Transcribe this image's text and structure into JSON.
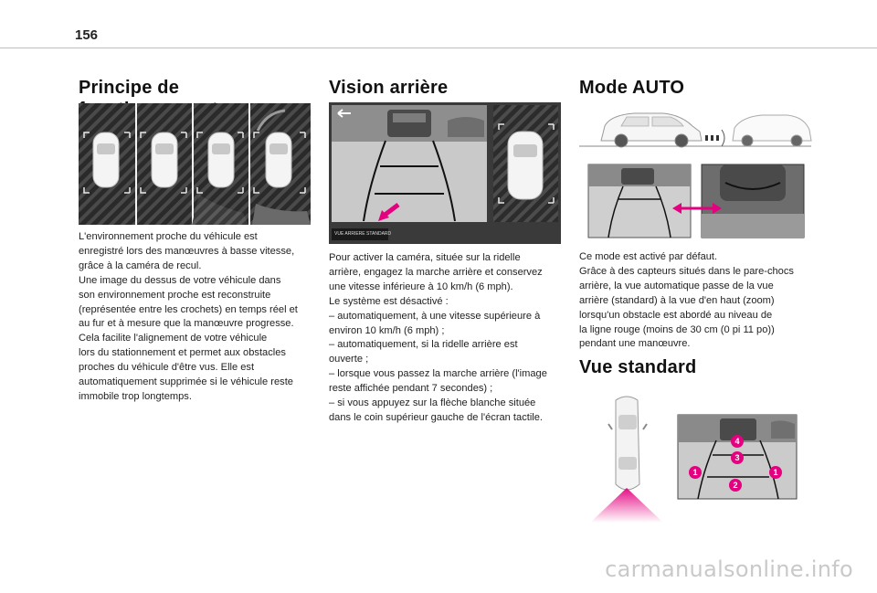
{
  "page": {
    "number": "156"
  },
  "sections": {
    "principe": {
      "title": "Principe de fonctionnement",
      "text": "L'environnement proche du véhicule est\nenregistré lors des manœuvres à basse vitesse,\ngrâce à la caméra de recul.\nUne image du dessus de votre véhicule dans\nson environnement proche est reconstruite\n(représentée entre les crochets) en temps réel et\nau fur et à mesure que la manœuvre progresse.\nCela facilite l'alignement de votre véhicule\nlors du stationnement et permet aux obstacles\nproches du véhicule d'être vus. Elle est\nautomatiquement supprimée si le véhicule reste\nimmobile trop longtemps."
    },
    "vision": {
      "title": "Vision arrière",
      "screen_label": "VUE ARRIERE STANDARD",
      "text": "Pour activer la caméra, située sur la ridelle\narrière, engagez la marche arrière et conservez\nune vitesse inférieure à 10 km/h (6 mph).\nLe système est désactivé :\n–  automatiquement, à une vitesse supérieure à\nenviron 10 km/h (6 mph) ;\n–  automatiquement, si la ridelle arrière est\nouverte ;\n–  lorsque vous passez la marche arrière (l'image\nreste affichée pendant 7 secondes) ;\n–  si vous appuyez sur la flèche blanche située\ndans le coin supérieur gauche de l'écran tactile."
    },
    "auto": {
      "title": "Mode AUTO",
      "text": "Ce mode est activé par défaut.\nGrâce à des capteurs situés dans le pare-chocs\narrière, la vue automatique passe de la vue\narrière (standard) à la vue d'en haut (zoom)\nlorsqu'un obstacle est abordé au niveau de\nla ligne rouge (moins de 30 cm (0 pi 11 po))\npendant une manœuvre."
    },
    "standard": {
      "title": "Vue standard",
      "markers": [
        "1",
        "2",
        "3",
        "4",
        "1"
      ]
    }
  },
  "watermark": "carmanualsonline.info",
  "colors": {
    "magenta": "#e4007f",
    "rule": "#bdbdbd"
  }
}
